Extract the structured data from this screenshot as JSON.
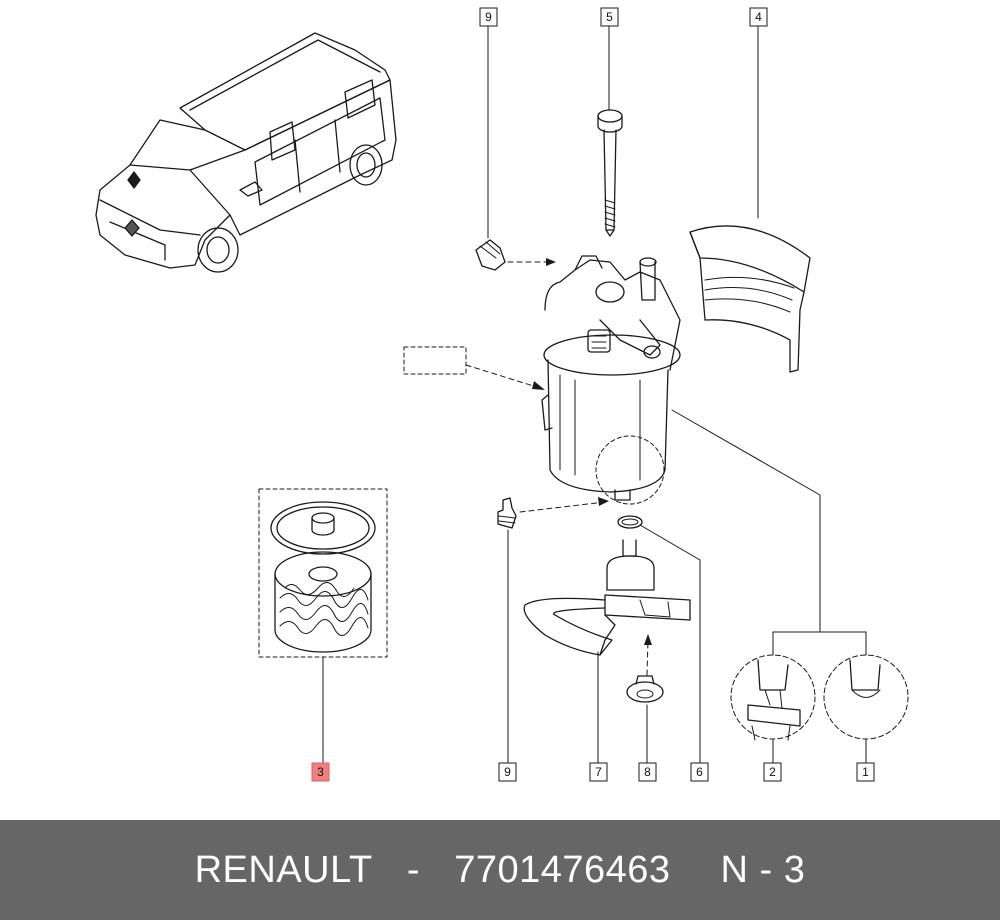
{
  "diagram": {
    "labels": [
      {
        "id": "9-top",
        "text": "9",
        "highlight": false
      },
      {
        "id": "5",
        "text": "5",
        "highlight": false
      },
      {
        "id": "4",
        "text": "4",
        "highlight": false
      },
      {
        "id": "3",
        "text": "3",
        "highlight": true
      },
      {
        "id": "9-bottom",
        "text": "9",
        "highlight": false
      },
      {
        "id": "7",
        "text": "7",
        "highlight": false
      },
      {
        "id": "8",
        "text": "8",
        "highlight": false
      },
      {
        "id": "6",
        "text": "6",
        "highlight": false
      },
      {
        "id": "2",
        "text": "2",
        "highlight": false
      },
      {
        "id": "1",
        "text": "1",
        "highlight": false
      }
    ],
    "highlight_color": "#f08080"
  },
  "footer": {
    "brand": "RENAULT",
    "separator": "-",
    "part_number": "7701476463",
    "page_ref": "N - 3"
  }
}
